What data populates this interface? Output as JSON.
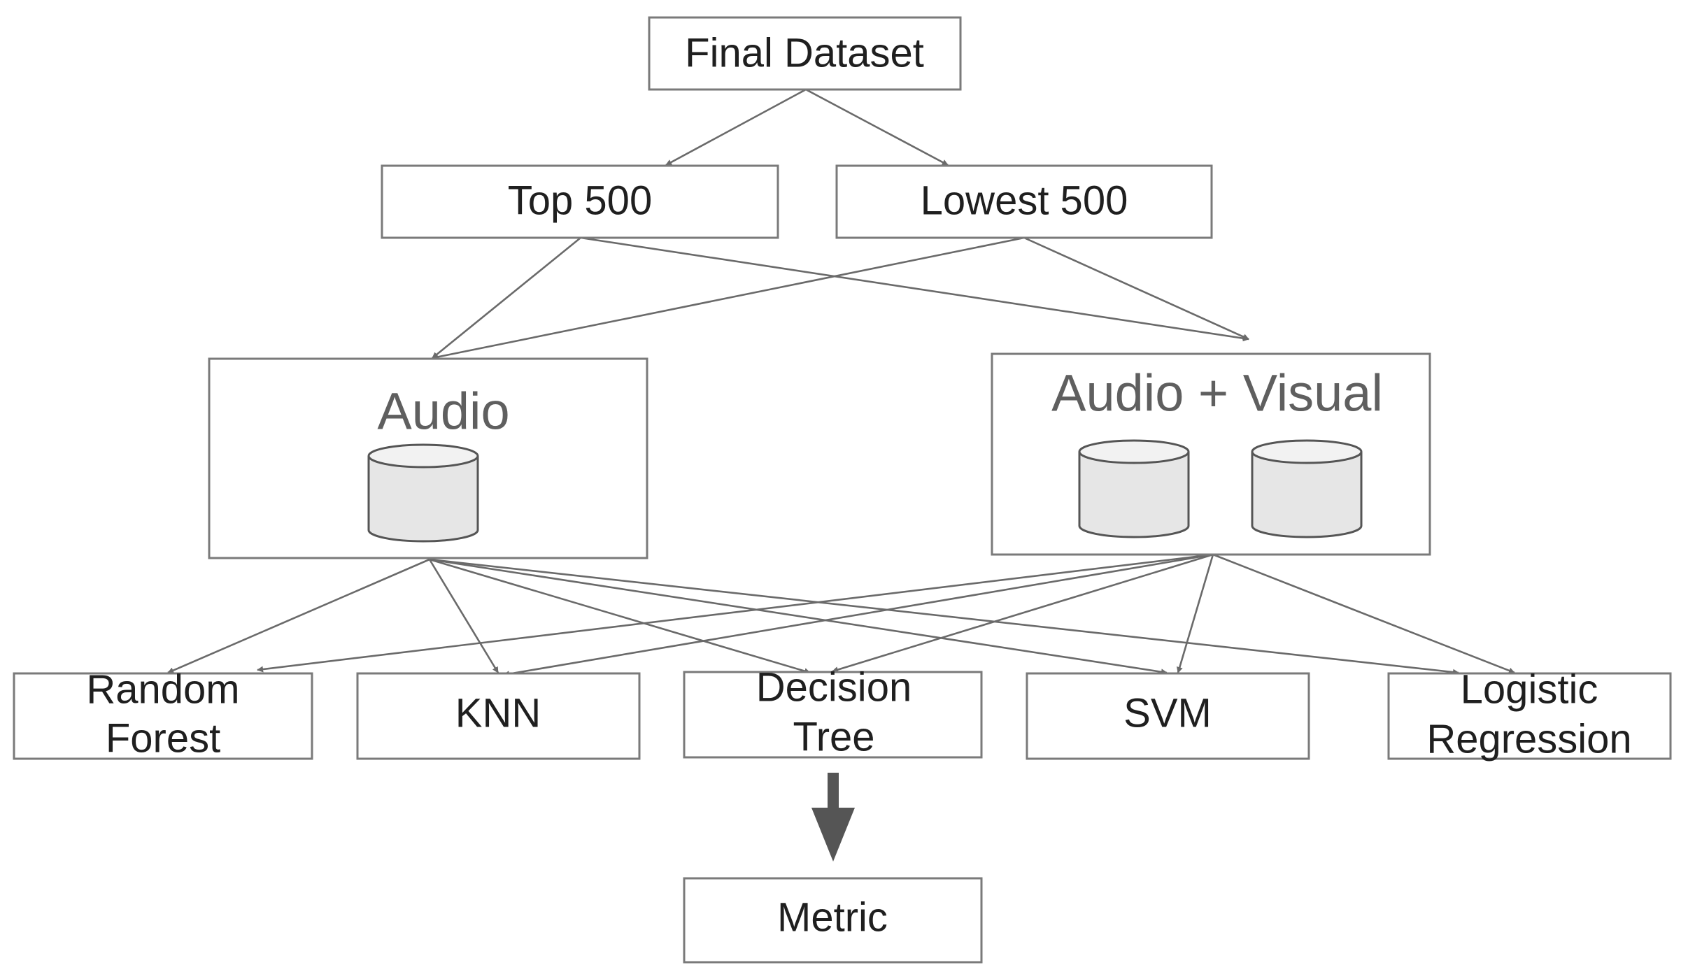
{
  "nodes": {
    "final_dataset": "Final Dataset",
    "top_500": "Top 500",
    "lowest_500": "Lowest 500",
    "audio": "Audio",
    "audio_visual": "Audio + Visual",
    "random_forest": [
      "Random",
      "Forest"
    ],
    "knn": "KNN",
    "decision_tree": [
      "Decision",
      "Tree"
    ],
    "svm": "SVM",
    "logistic_regression": [
      "Logistic",
      "Regression"
    ],
    "metric": "Metric"
  },
  "colors": {
    "box_stroke": "#7a7a7a",
    "edge": "#6a6a6a",
    "text": "#1f1f1f",
    "group_text": "#5f5f5f",
    "database_fill": "#e6e6e6",
    "big_arrow": "#555555"
  },
  "icons": {
    "database": "database-icon"
  }
}
